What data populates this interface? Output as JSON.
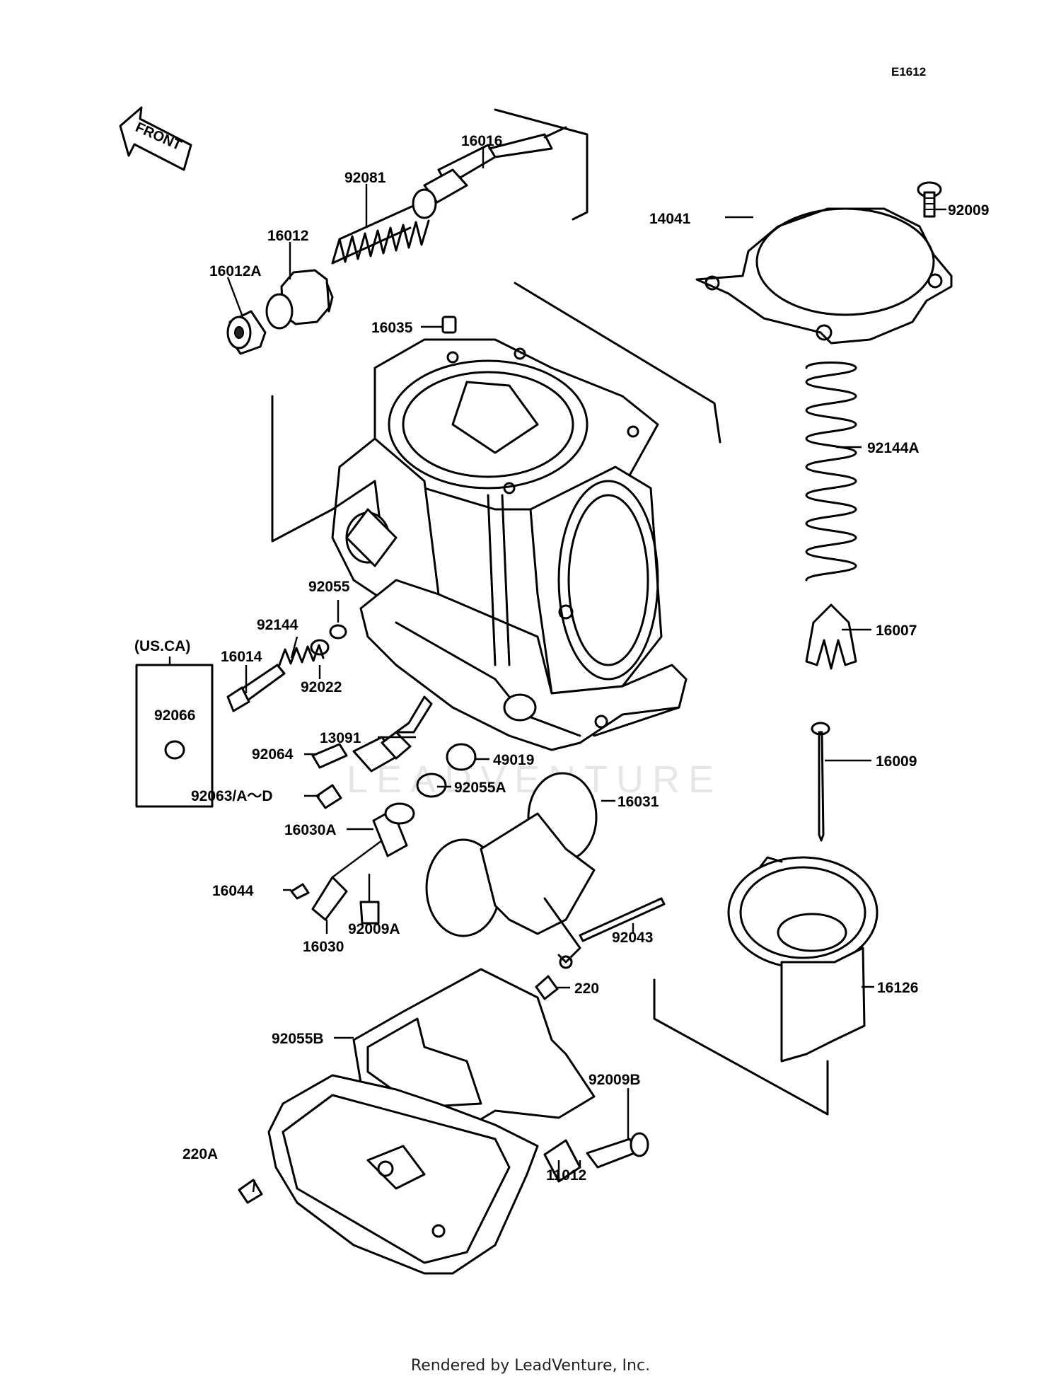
{
  "drawing_code": "E1612",
  "front_arrow": {
    "label": "FRONT",
    "icon": "front-arrow-icon"
  },
  "watermark": "LEADVENTURE",
  "footer": "Rendered by LeadVenture, Inc.",
  "inset_box": {
    "title": "(US.CA)",
    "part": "92066"
  },
  "parts": [
    "16016",
    "92081",
    "16012",
    "16012A",
    "16035",
    "14041",
    "92009",
    "92144A",
    "16007",
    "16009",
    "16126",
    "92055",
    "92144",
    "16014",
    "92022",
    "13091",
    "92064",
    "49019",
    "92063/A～D",
    "92055A",
    "16031",
    "16030A",
    "16044",
    "16030",
    "92009A",
    "92043",
    "220",
    "92055B",
    "92009B",
    "220A",
    "11012"
  ]
}
